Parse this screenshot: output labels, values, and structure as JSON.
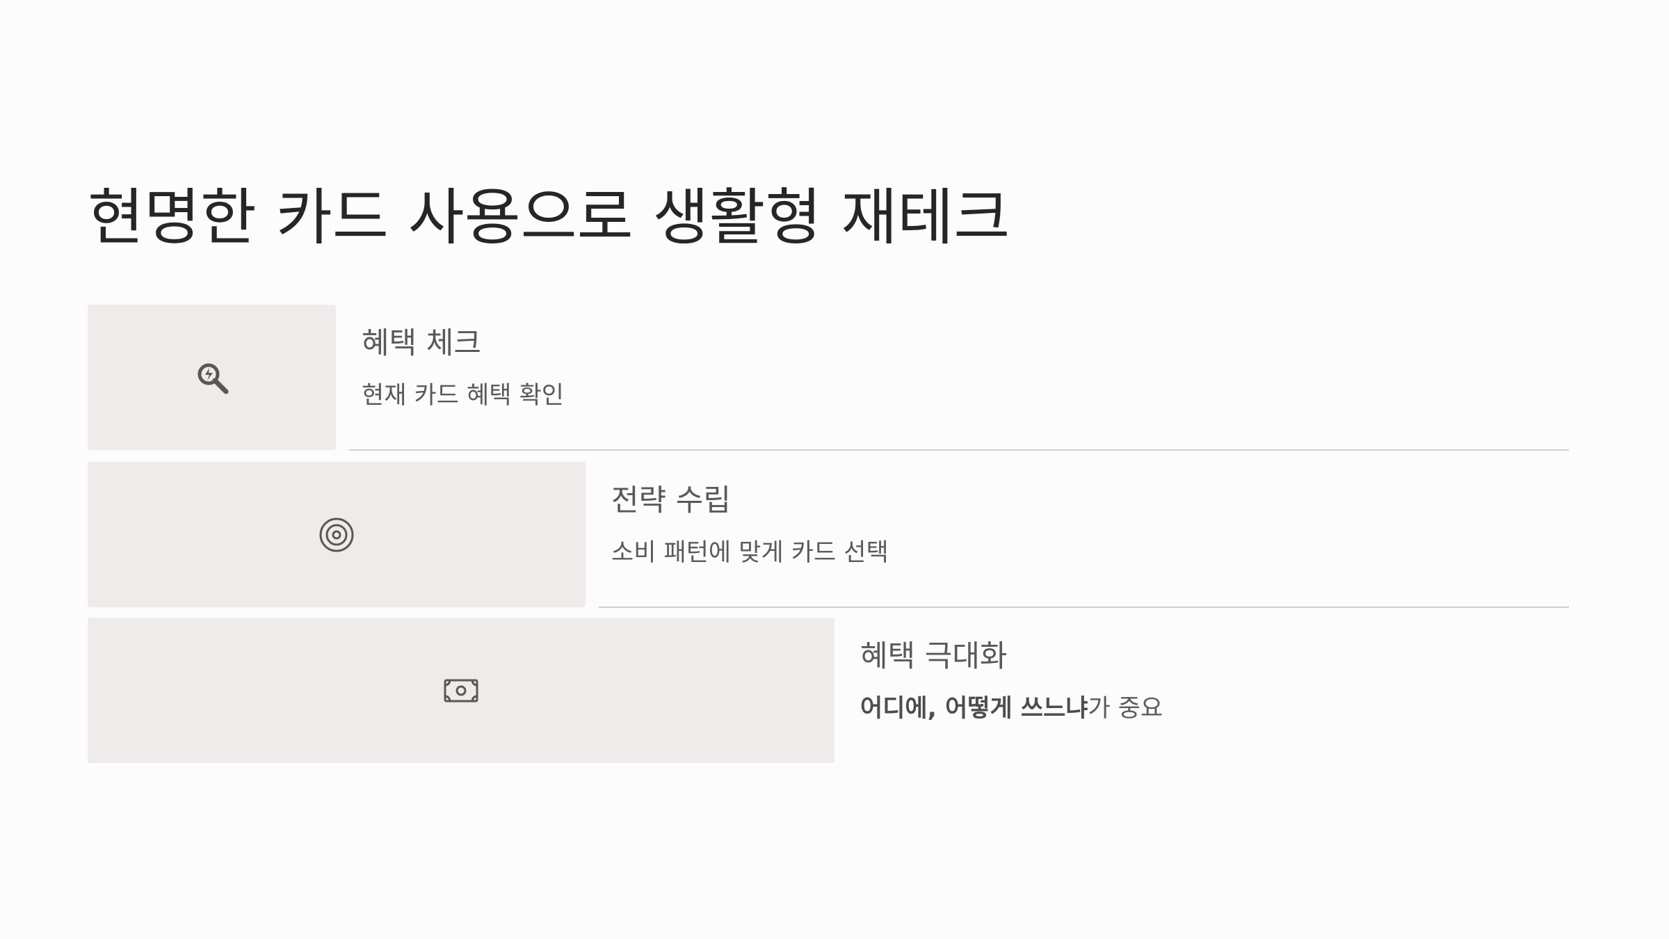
{
  "slide": {
    "title": "현명한 카드 사용으로 생활형 재테크"
  },
  "steps": [
    {
      "icon": "search-money-icon",
      "heading": "혜택 체크",
      "description": "현재 카드 혜택 확인"
    },
    {
      "icon": "target-icon",
      "heading": "전략 수립",
      "description": "소비 패턴에 맞게 카드 선택"
    },
    {
      "icon": "banknote-icon",
      "heading": "혜택 극대화",
      "description_bold": "어디에, 어떻게 쓰느냐",
      "description_rest": "가 중요"
    }
  ],
  "colors": {
    "background": "#fcfcfc",
    "box": "#f0ebeb",
    "title": "#262626",
    "text": "#5a5a5a",
    "rule": "#cfcfcf"
  }
}
